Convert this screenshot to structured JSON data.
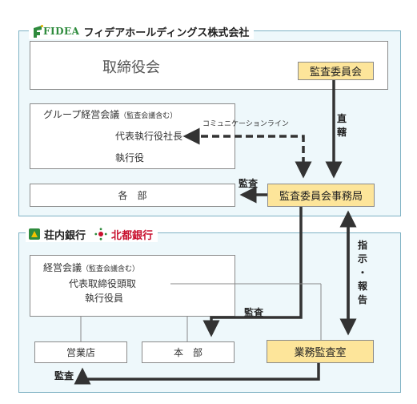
{
  "colors": {
    "panel_bg": "#eef8fb",
    "panel_border": "#7fb2c4",
    "highlight_box": "#fde59a",
    "arrow": "#333333",
    "shonai_green": "#2e8b3d",
    "hokuto_red": "#c8102e"
  },
  "fidea": {
    "logo_text": "FIDEA",
    "company_name": "フィデアホールディングス株式会社",
    "board": "取締役会",
    "audit_committee": "監査委員会",
    "group_meeting": {
      "title": "グループ経営会議",
      "note": "（監査会議含む）",
      "president": "代表執行役社長",
      "officers": "執行役"
    },
    "departments": "各　部",
    "audit_office": "監査委員会事務局",
    "comm_line_label": "コミュニケーションライン",
    "direct_label": [
      "直",
      "轄"
    ],
    "audit_label_top": "監査"
  },
  "banks": {
    "shonai_name": "荘内銀行",
    "hokuto_name": "北都銀行",
    "management_meeting": {
      "title": "経営会議",
      "note": "（監査会議含む）",
      "president": "代表取締役頭取",
      "officers": "執行役員"
    },
    "branches": "営業店",
    "head_office": "本　部",
    "internal_audit": "業務監査室",
    "audit_label_mid": "監査",
    "audit_label_bottom": "監査",
    "instruct_label": [
      "指",
      "示",
      "・",
      "報",
      "告"
    ]
  }
}
